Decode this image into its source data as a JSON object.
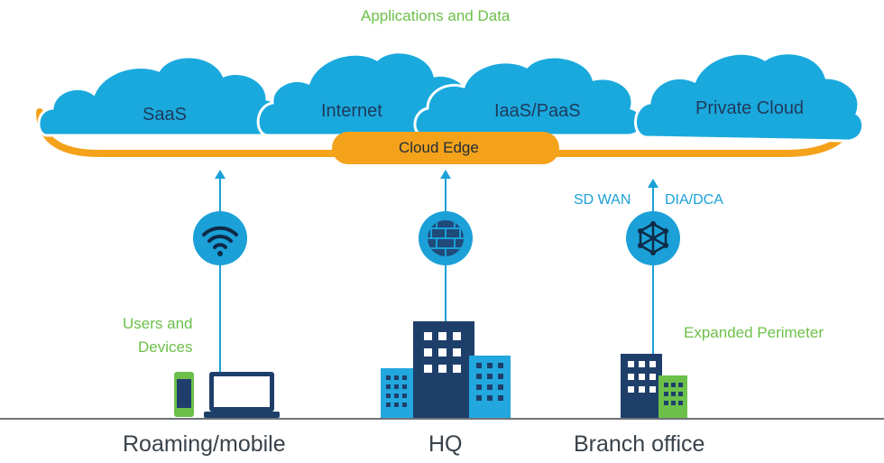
{
  "diagram": {
    "top_title": "Applications and Data",
    "clouds": [
      {
        "label": "SaaS"
      },
      {
        "label": "Internet"
      },
      {
        "label": "IaaS/PaaS"
      },
      {
        "label": "Private Cloud"
      }
    ],
    "edge_label": "Cloud Edge",
    "annotations": {
      "users_line1": "Users and",
      "users_line2": "Devices",
      "sd_wan": "SD WAN",
      "dia_dca": "DIA/DCA",
      "expanded_perimeter": "Expanded Perimeter"
    },
    "sites": [
      {
        "label": "Roaming/mobile",
        "connector_icon": "wifi-icon"
      },
      {
        "label": "HQ",
        "connector_icon": "firewall-icon"
      },
      {
        "label": "Branch office",
        "connector_icon": "sdwan-hub-icon"
      }
    ],
    "colors": {
      "cloud": "#1aa9dd",
      "edge": "#f4a21a",
      "connector": "#1ba0d7",
      "building_dark": "#1f3f6b",
      "building_light": "#22a7de",
      "building_green": "#6cc04a",
      "green_text": "#6cc04a"
    }
  }
}
